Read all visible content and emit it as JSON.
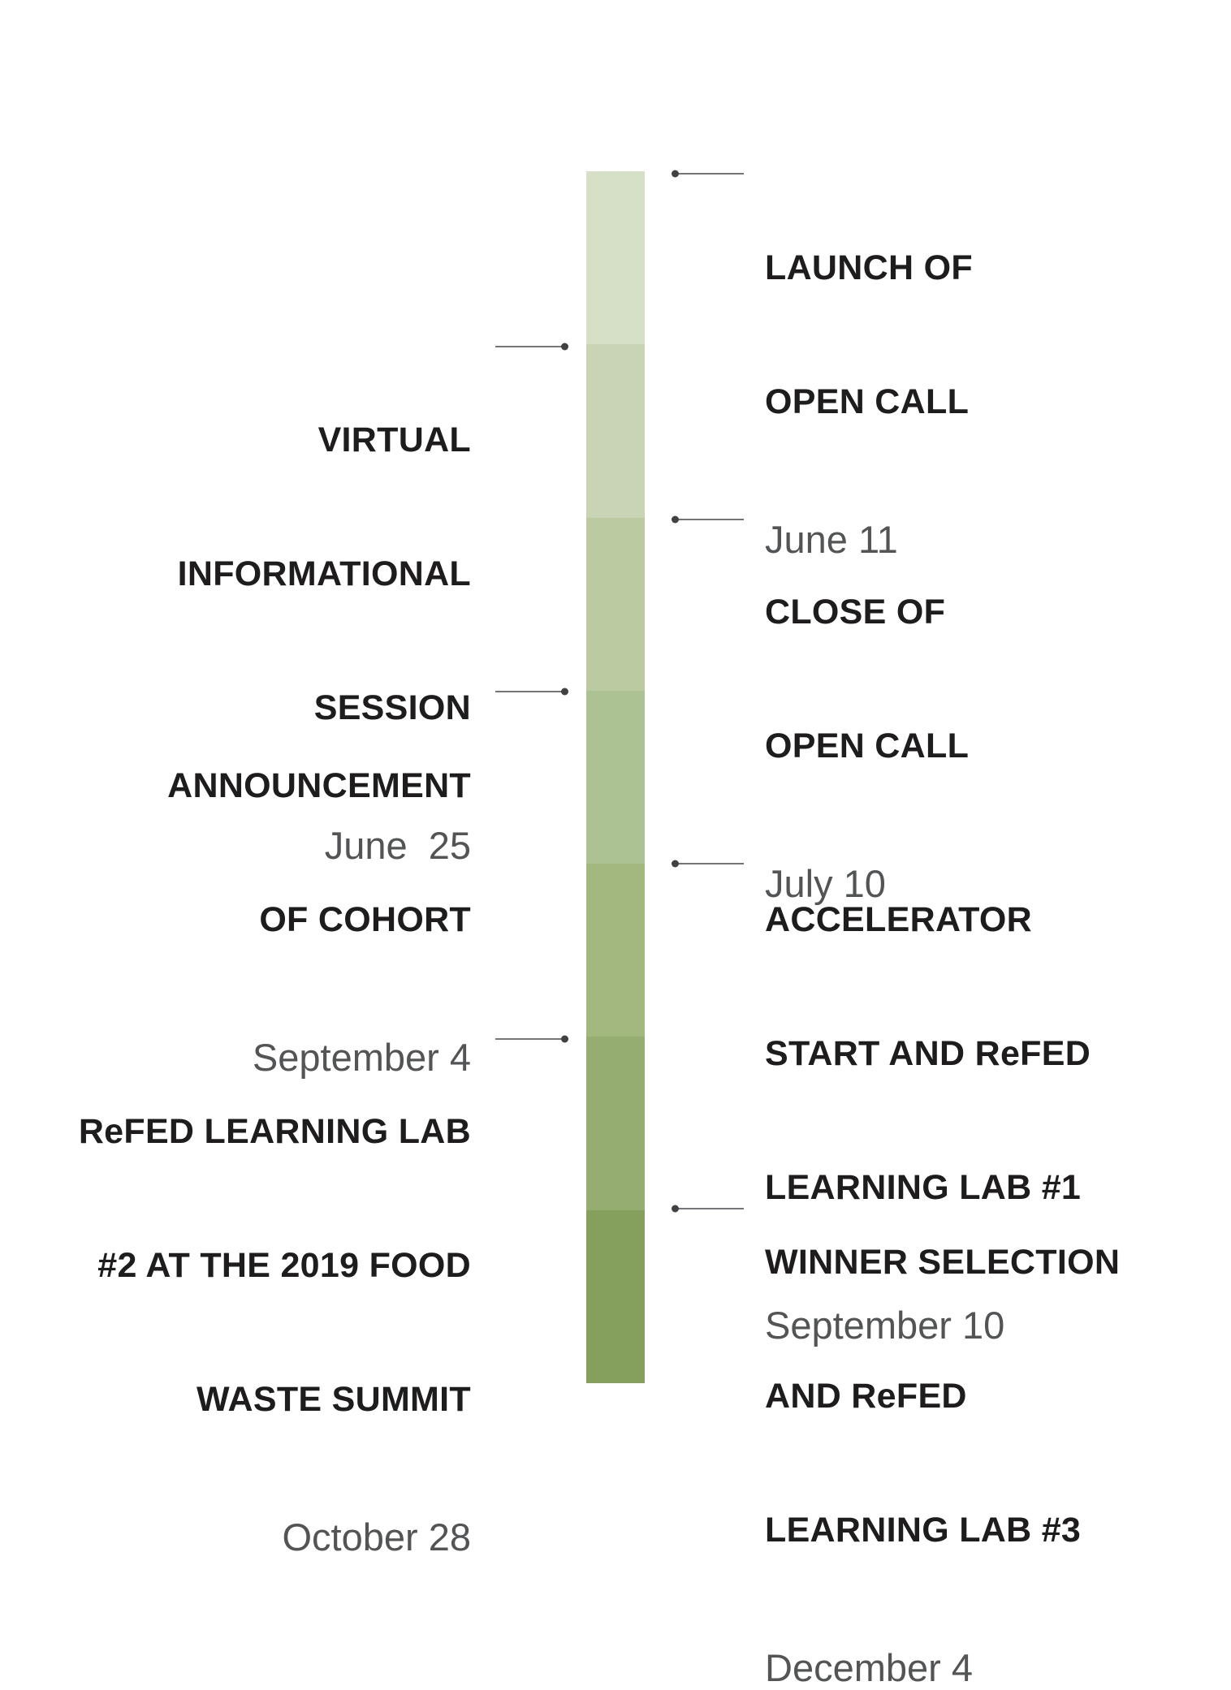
{
  "timeline": {
    "bar": {
      "segments": [
        "#d6e0c7",
        "#c8d4b4",
        "#bbcaa1",
        "#adc293",
        "#a2b87f",
        "#95ad70",
        "#85a05d"
      ]
    },
    "colors": {
      "title_text": "#1e1c1c",
      "date_text": "#525456",
      "connector_line": "#747578",
      "connector_dot": "#414143"
    },
    "events": [
      {
        "side": "right",
        "title_lines": [
          "LAUNCH OF",
          "OPEN CALL"
        ],
        "date": "June 11"
      },
      {
        "side": "left",
        "title_lines": [
          "VIRTUAL",
          "INFORMATIONAL",
          "SESSION"
        ],
        "date": "June  25"
      },
      {
        "side": "right",
        "title_lines": [
          "CLOSE OF",
          "OPEN CALL"
        ],
        "date": "July 10"
      },
      {
        "side": "left",
        "title_lines": [
          "ANNOUNCEMENT",
          "OF COHORT"
        ],
        "date": "September 4"
      },
      {
        "side": "right",
        "title_lines": [
          "ACCELERATOR",
          "START AND ReFED",
          "LEARNING LAB #1"
        ],
        "date": "September 10"
      },
      {
        "side": "left",
        "title_lines": [
          "ReFED LEARNING LAB",
          "#2 AT THE 2019 FOOD",
          "WASTE SUMMIT"
        ],
        "date": "October 28"
      },
      {
        "side": "right",
        "title_lines": [
          "WINNER SELECTION",
          "AND ReFED",
          "LEARNING LAB #3"
        ],
        "date": "December 4"
      }
    ]
  }
}
